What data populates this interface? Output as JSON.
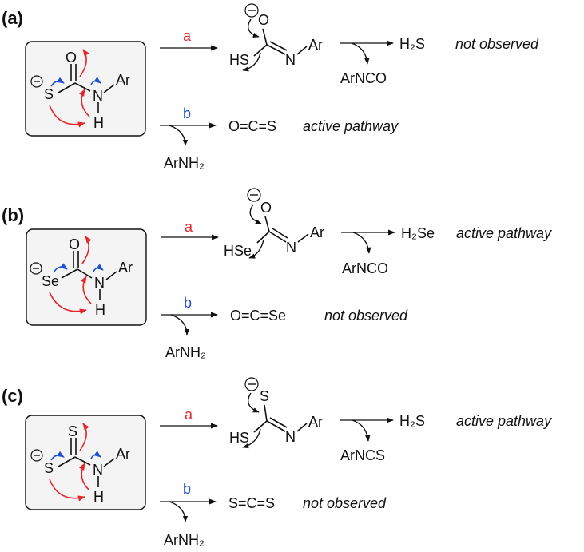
{
  "panels": [
    {
      "label": "(a)",
      "box": {
        "x_atom": "S",
        "top_atom": "O",
        "n": "N",
        "h": "H",
        "ar": "Ar"
      },
      "path_a": {
        "letter": "a",
        "top_atom": "O",
        "left": "HS",
        "n": "N",
        "ar": "Ar",
        "byproduct": "ArNCO",
        "product": "H₂S",
        "status": "not observed"
      },
      "path_b": {
        "letter": "b",
        "product": "O=C=S",
        "byproduct": "ArNH₂",
        "status": "active pathway"
      }
    },
    {
      "label": "(b)",
      "box": {
        "x_atom": "Se",
        "top_atom": "O",
        "n": "N",
        "h": "H",
        "ar": "Ar"
      },
      "path_a": {
        "letter": "a",
        "top_atom": "O",
        "left": "HSe",
        "n": "N",
        "ar": "Ar",
        "byproduct": "ArNCO",
        "product": "H₂Se",
        "status": "active pathway"
      },
      "path_b": {
        "letter": "b",
        "product": "O=C=Se",
        "byproduct": "ArNH₂",
        "status": "not observed"
      }
    },
    {
      "label": "(c)",
      "box": {
        "x_atom": "S",
        "top_atom": "S",
        "n": "N",
        "h": "H",
        "ar": "Ar"
      },
      "path_a": {
        "letter": "a",
        "top_atom": "S",
        "left": "HS",
        "n": "N",
        "ar": "Ar",
        "byproduct": "ArNCS",
        "product": "H₂S",
        "status": "active pathway"
      },
      "path_b": {
        "letter": "b",
        "product": "S=C=S",
        "byproduct": "ArNH₂",
        "status": "not observed"
      }
    }
  ],
  "colors": {
    "red_arrow": "#e3262b",
    "blue_arrow": "#1f4fd1",
    "box_fill": "#f4f4f4"
  },
  "charge_symbol": "−"
}
